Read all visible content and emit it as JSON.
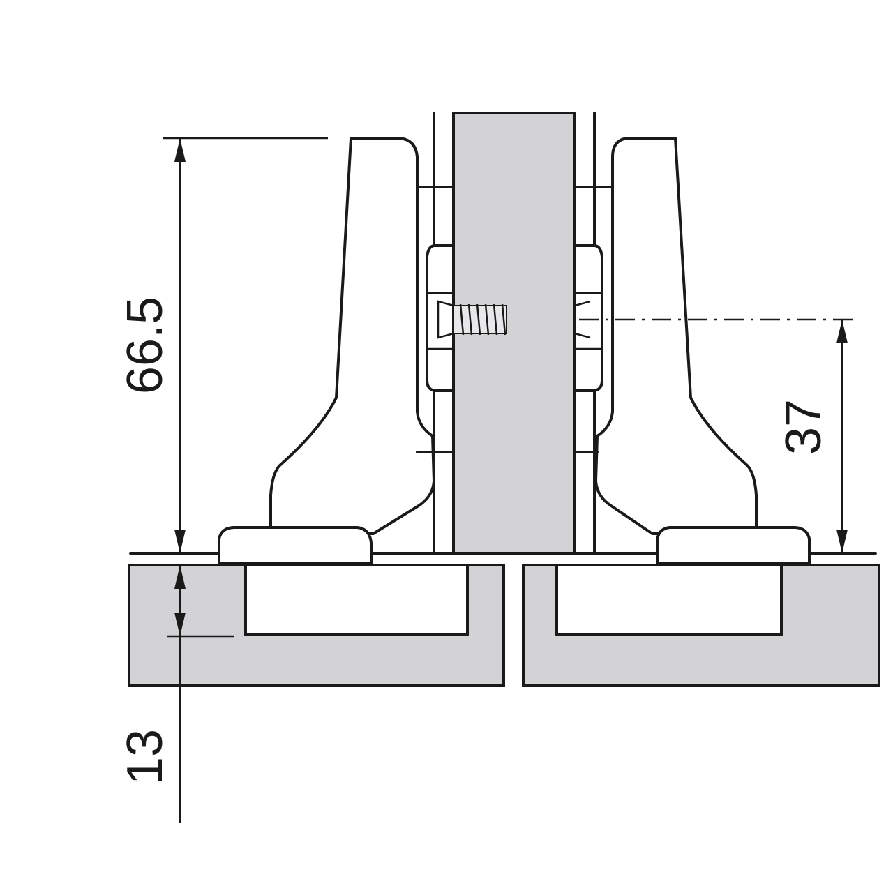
{
  "dimensions": {
    "height_overall": "66.5",
    "screw_height": "37",
    "door_depth": "13"
  }
}
